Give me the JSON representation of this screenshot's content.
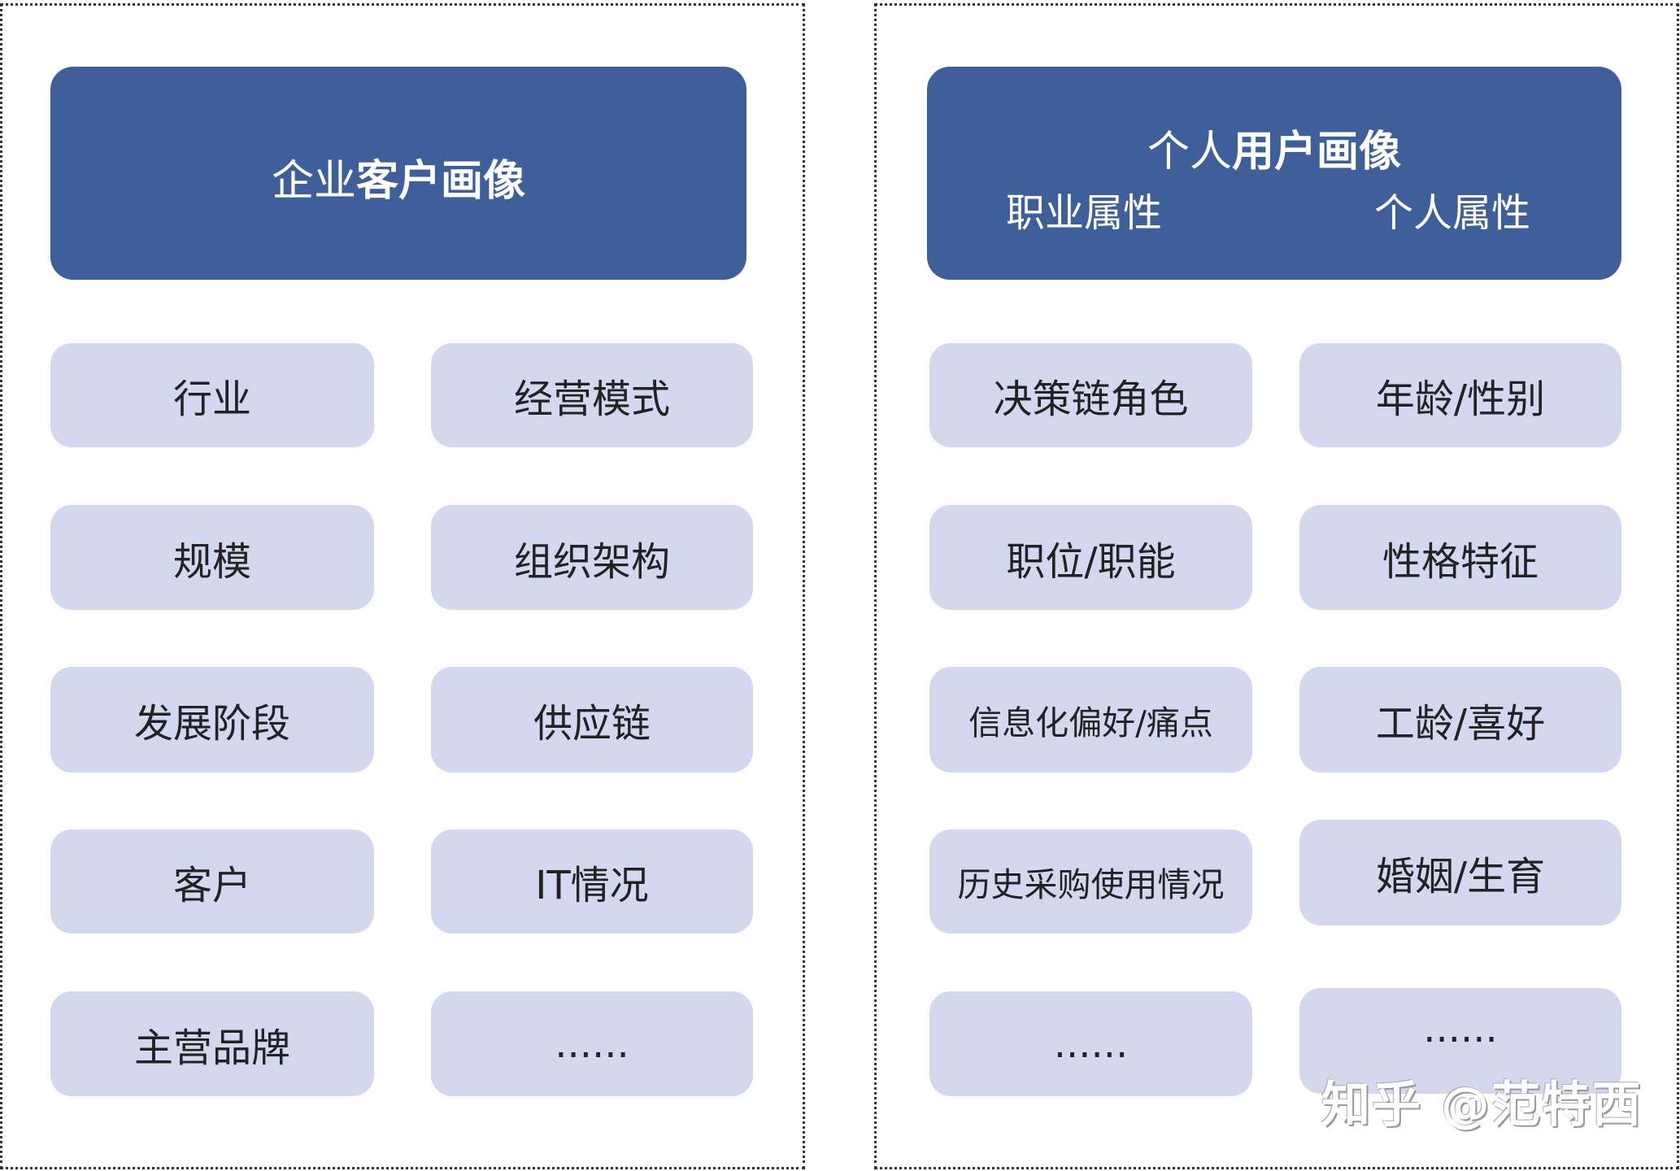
{
  "enterprise": {
    "title_light": "企业",
    "title_bold": "客户画像",
    "items": [
      "行业",
      "经营模式",
      "规模",
      "组织架构",
      "发展阶段",
      "供应链",
      "客户",
      "IT情况",
      "主营品牌",
      "......"
    ]
  },
  "personal": {
    "title_light": "个人",
    "title_bold": "用户画像",
    "sub_left": "职业属性",
    "sub_right": "个人属性",
    "left_items": [
      "决策链角色",
      "职位/职能",
      "信息化偏好/痛点",
      "历史采购使用情况",
      "......"
    ],
    "right_items": [
      "年龄/性别",
      "性格特征",
      "工龄/喜好",
      "婚姻/生育",
      "......"
    ]
  },
  "watermark": "知乎 @范特西",
  "colors": {
    "header": "#3f5f9a",
    "box": "#d3d8ee",
    "text": "#222222"
  }
}
